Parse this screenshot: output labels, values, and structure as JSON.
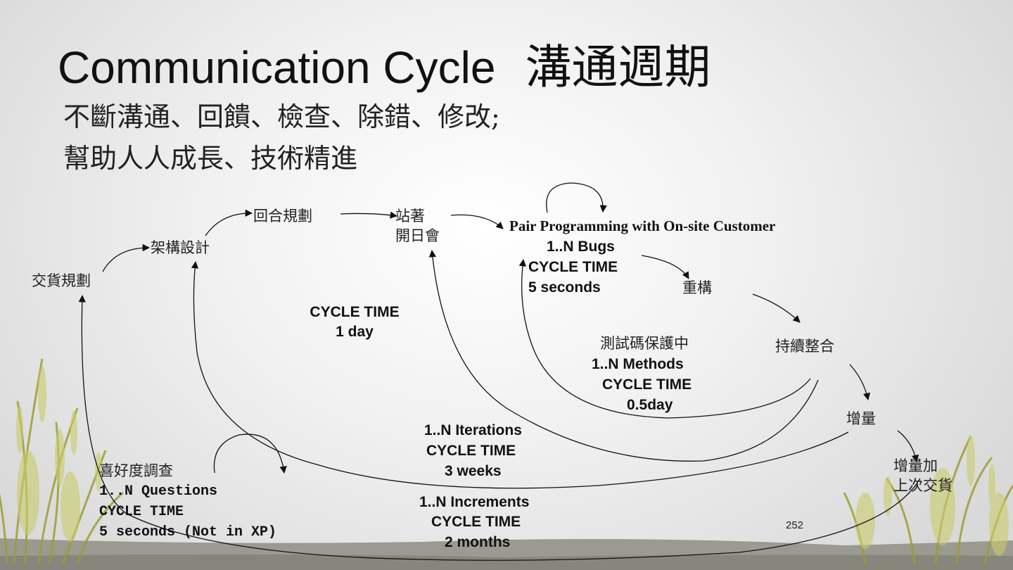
{
  "title": {
    "english": "Communication Cycle",
    "chinese": "溝通週期"
  },
  "subtitle": {
    "line1": "不斷溝通、回饋、檢查、除錯、修改;",
    "line2": "幫助人人成長、技術精進"
  },
  "nodes": {
    "delivery_planning": "交貨規劃",
    "architecture_design": "架構設計",
    "iteration_planning": "回合規劃",
    "standup_line1": "站著",
    "standup_line2": "開日會",
    "pair_programming": "Pair  Programming with On-site Customer",
    "refactoring": "重構",
    "continuous_integration": "持續整合",
    "increment": "增量",
    "increment_plus_line1": "增量加",
    "increment_plus_line2": "上次交貨",
    "test_protection": "測試碼保護中",
    "preference_survey": "喜好度調查"
  },
  "cycles": {
    "bugs": {
      "line1": "1..N Bugs",
      "line2": "CYCLE TIME",
      "line3": "5 seconds"
    },
    "day": {
      "line1": "CYCLE TIME",
      "line2": "1 day"
    },
    "methods": {
      "line1": "1..N Methods",
      "line2": "CYCLE TIME",
      "line3": "0.5day"
    },
    "iterations": {
      "line1": "1..N Iterations",
      "line2": "CYCLE TIME",
      "line3": "3 weeks"
    },
    "increments": {
      "line1": "1..N Increments",
      "line2": "CYCLE TIME",
      "line3": "2 months"
    },
    "questions": {
      "line1": "1..N Questions",
      "line2": "CYCLE TIME",
      "line3": "5 seconds (Not in XP)"
    }
  },
  "page_number": "252",
  "colors": {
    "background": "#eeeeee",
    "ground": "#8c8c84",
    "grass": "#a8aa3a",
    "text": "#111111"
  }
}
